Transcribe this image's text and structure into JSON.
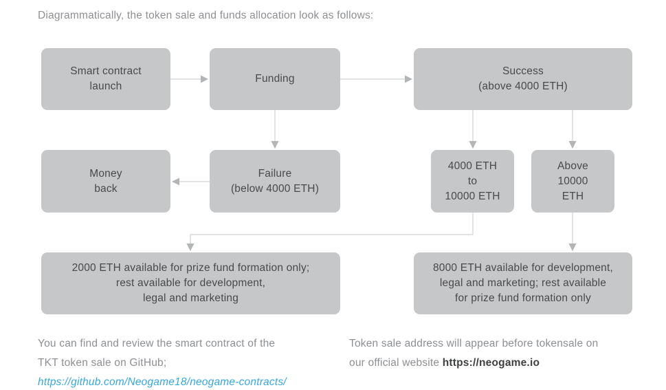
{
  "intro": "Diagrammatically, the token sale and funds allocation look as follows:",
  "nodes": {
    "smart_contract_launch": "Smart contract\nlaunch",
    "funding": "Funding",
    "success": "Success\n(above 4000 ETH)",
    "money_back": "Money\nback",
    "failure": "Failure\n(below 4000 ETH)",
    "range_4000_to_10000": "4000 ETH\nto\n10000 ETH",
    "above_10000": "Above\n10000\nETH",
    "prize_fund_2000": "2000 ETH available for prize fund formation only;\nrest available for development,\nlegal and marketing",
    "development_8000": "8000 ETH available for development,\nlegal and marketing; rest available\nfor prize fund formation only"
  },
  "footnotes": {
    "left_text": "You can find and review the smart contract of the\nTKT token sale on GitHub;",
    "left_link": "https://github.com/Neogame18/neogame-contracts/",
    "right_text": "Token sale address will appear before tokensale on\nour official website ",
    "right_link": "https://neogame.io"
  },
  "colors": {
    "box_fill": "#c6c7c8",
    "box_text": "#49494b",
    "body_text": "#8d8f92",
    "link_blue": "#35a8e0",
    "connector_line": "#d7d8d9",
    "arrowhead": "#b3b5b7"
  }
}
